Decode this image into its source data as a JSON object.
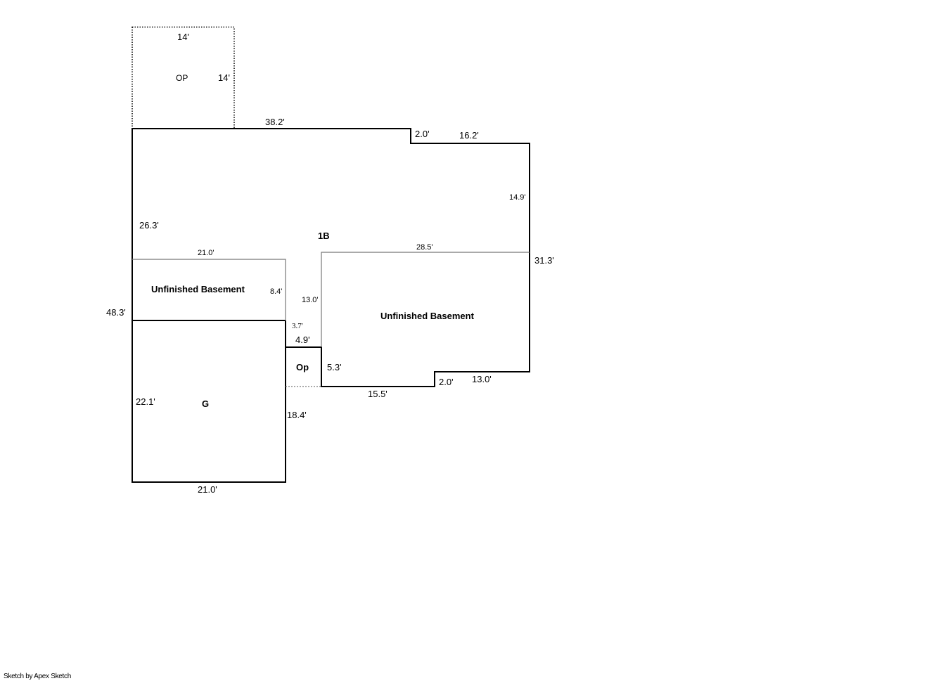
{
  "areas": {
    "op_top": "OP",
    "main": "1B",
    "basement_left": "Unfinished Basement",
    "basement_right": "Unfinished Basement",
    "op_small": "Op",
    "garage": "G"
  },
  "dimensions": {
    "op_top_width": "14'",
    "op_top_height": "14'",
    "top": "38.2'",
    "step_top": "2.0'",
    "top_right": "16.2'",
    "right_upper": "14.9'",
    "left_upper": "26.3'",
    "basement_right_top": "28.5'",
    "right_total": "31.3'",
    "basement_left_top": "21.0'",
    "basement_left_right": "8.4'",
    "left_total": "48.3'",
    "basement_right_left": "13.0'",
    "small_gap": "3.7'",
    "op_width": "4.9'",
    "op_height": "5.3'",
    "step_bottom": "2.0'",
    "bottom_right": "13.0'",
    "bottom_mid": "15.5'",
    "garage_left": "22.1'",
    "garage_right": "18.4'",
    "garage_bottom": "21.0'"
  },
  "footer": "Sketch by Apex Sketch"
}
